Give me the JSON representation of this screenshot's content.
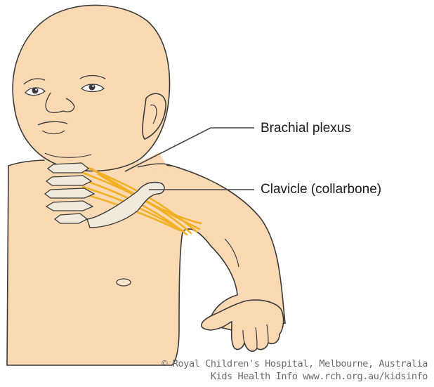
{
  "labels": {
    "brachial_plexus": "Brachial plexus",
    "clavicle": "Clavicle (collarbone)"
  },
  "credit": {
    "line1": "© Royal Children's Hospital, Melbourne, Australia",
    "line2": "Kids Health Info www.rch.org.au/kidsinfo"
  },
  "colors": {
    "skin": "#fbd9b3",
    "skin_light": "#fde7cc",
    "outline": "#3a3a3a",
    "nerves": "#f2b024",
    "bone": "#f1eadc",
    "leader_line": "#444444"
  }
}
